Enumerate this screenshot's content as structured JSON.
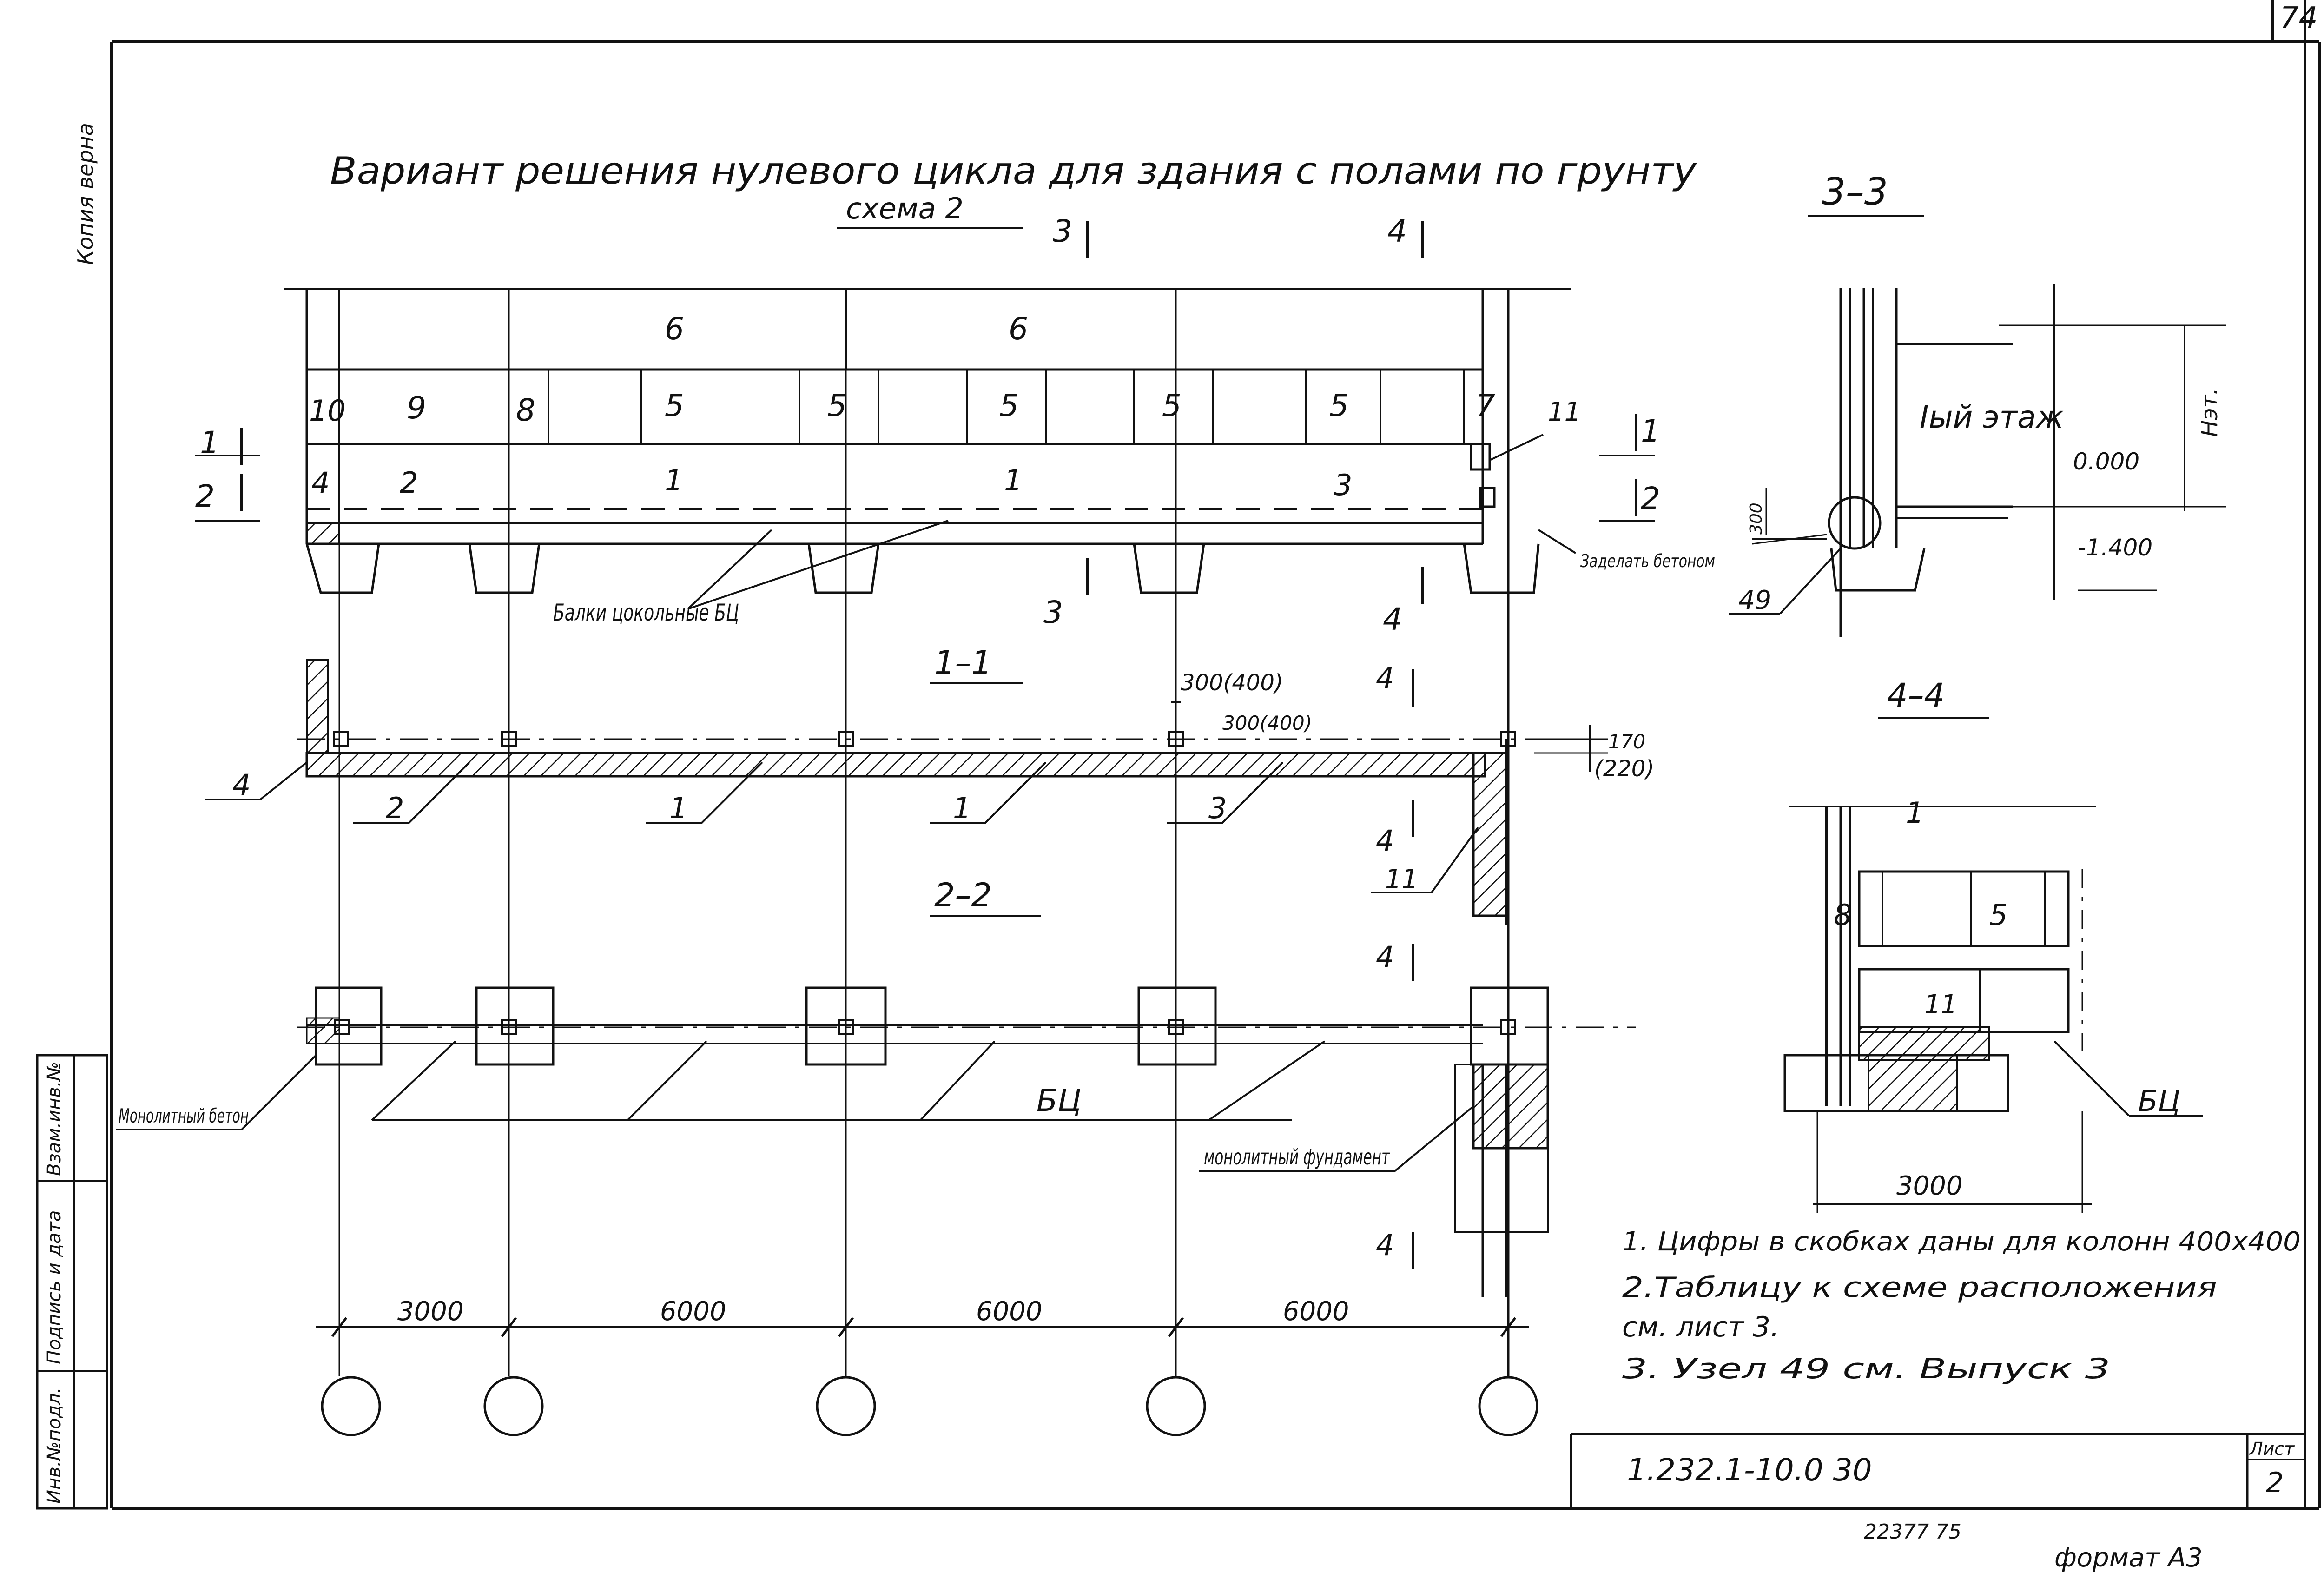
{
  "sheet": {
    "corner_page_number": "74",
    "copy_stamp": "Копия верна",
    "title": "Вариант решения нулевого цикла для здания с полами по грунту",
    "subtitle": "схема 2",
    "sheet_label": "Лист",
    "sheet_number": "2",
    "drawing_code": "1.232.1-10.0 30",
    "inventory_number": "22377  75",
    "format_label": "формат А3"
  },
  "side_stamp": {
    "cells": [
      "Инв.№подл.",
      "Подпись и дата",
      "Взам.инв.№"
    ]
  },
  "elevation": {
    "row_top_labels": [
      "6",
      "6"
    ],
    "row_mid_labels": [
      "10",
      "9",
      "8",
      "5",
      "5",
      "5",
      "5",
      "5",
      "7"
    ],
    "row_bottom_labels": [
      "4",
      "2",
      "1",
      "1",
      "3"
    ],
    "callout_11": "11",
    "beams_label": "Балки цокольные БЦ",
    "seal_label": "Заделать бетоном"
  },
  "section_marks": {
    "s3": "3",
    "s4": "4",
    "s1": "1",
    "s2": "2"
  },
  "plan_1_1": {
    "title": "1–1",
    "dim_column": "300(400)",
    "dim_offset": "300(400)",
    "dim_height": "170",
    "dim_height_alt": "(220)",
    "labels": [
      "4",
      "2",
      "1",
      "1",
      "3",
      "11"
    ]
  },
  "plan_2_2": {
    "title": "2–2",
    "beam_label": "БЦ",
    "monolith_concrete": "Монолитный бетон",
    "monolith_foundation": "монолитный фундамент"
  },
  "grid": {
    "dims": [
      "3000",
      "6000",
      "6000",
      "6000"
    ]
  },
  "section_3_3": {
    "title": "3–3",
    "floor_label": "Iый этаж",
    "height_label": "Нэт.",
    "level_zero": "0.000",
    "level_minus": "-1.400",
    "node_label": "49",
    "dim_300": "300"
  },
  "section_4_4": {
    "title": "4–4",
    "labels": [
      "1",
      "8",
      "5",
      "11"
    ],
    "beam_label": "БЦ",
    "dim": "3000"
  },
  "notes": [
    "1. Цифры в скобках даны для колонн 400х400",
    "2.Таблицу к схеме расположения",
    "см. лист 3.",
    "3. Узел 49 см. Выпуск 3"
  ]
}
